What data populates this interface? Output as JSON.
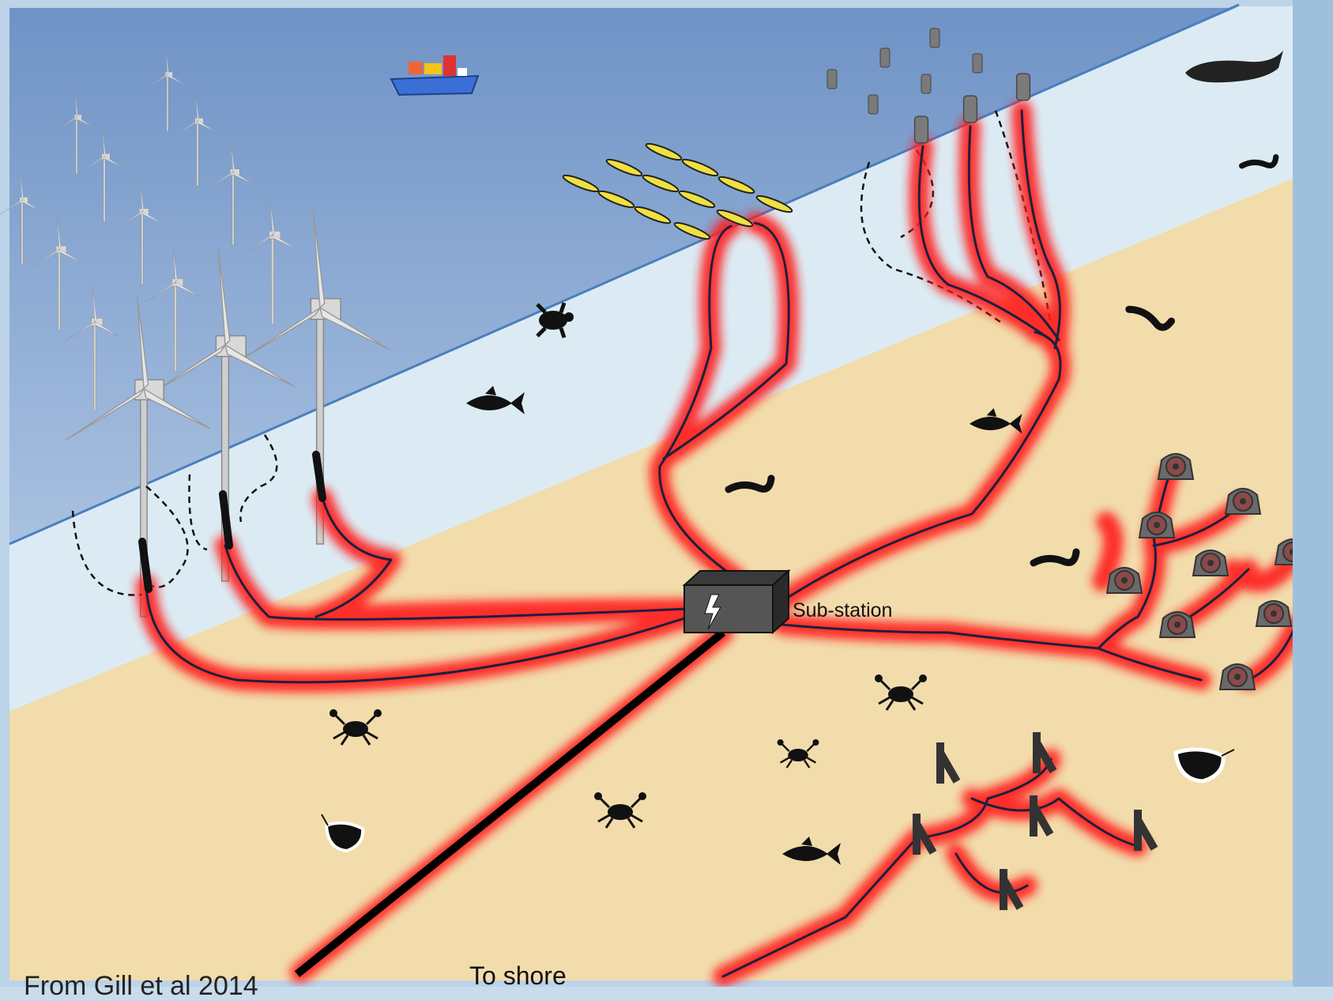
{
  "labels": {
    "substation": "Sub-station",
    "to_shore": "To shore",
    "credit": "From Gill et al 2014"
  },
  "colors": {
    "sea_surface": "#7d9fcf",
    "water_column": "#dcebf3",
    "seabed": "#f2dcab",
    "cable_glow": "#ff1a1a",
    "cable_core": "#1a2040",
    "export_cable": "#000000",
    "substation": "#4a4a4a",
    "wave_device": "#f0e040"
  },
  "icons": {
    "wind_turbine": "wind-turbine-icon",
    "ship": "ship-icon",
    "whale": "whale-icon",
    "turtle": "turtle-icon",
    "fish": "fish-icon",
    "crab": "crab-icon",
    "eel": "eel-icon",
    "ray": "ray-icon",
    "tidal_turbine": "tidal-turbine-icon",
    "buoy": "buoy-icon",
    "lightning": "lightning-icon"
  }
}
